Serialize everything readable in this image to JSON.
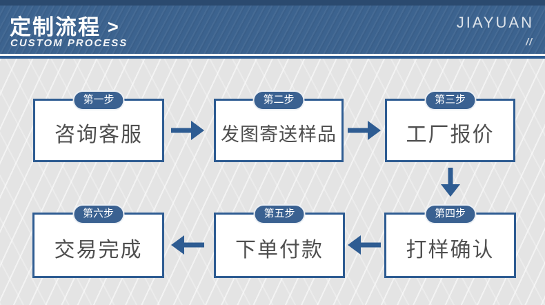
{
  "header": {
    "title": "定制流程",
    "title_caret": ">",
    "subtitle": "CUSTOM PROCESS",
    "brand": "JIAYUAN",
    "brand_slashes": "//"
  },
  "colors": {
    "header_bg": "#3c638f",
    "header_top_strip": "#2b4a6f",
    "accent_blue": "#2e5c92",
    "badge_bg": "#3a6191",
    "canvas_bg": "#e4e4e4",
    "step_text": "#4f4f4f"
  },
  "flow": {
    "steps": [
      {
        "badge": "第一步",
        "label": "咨询客服"
      },
      {
        "badge": "第二步",
        "label": "发图寄送样品"
      },
      {
        "badge": "第三步",
        "label": "工厂报价"
      },
      {
        "badge": "第四步",
        "label": "打样确认"
      },
      {
        "badge": "第五步",
        "label": "下单付款"
      },
      {
        "badge": "第六步",
        "label": "交易完成"
      }
    ]
  }
}
